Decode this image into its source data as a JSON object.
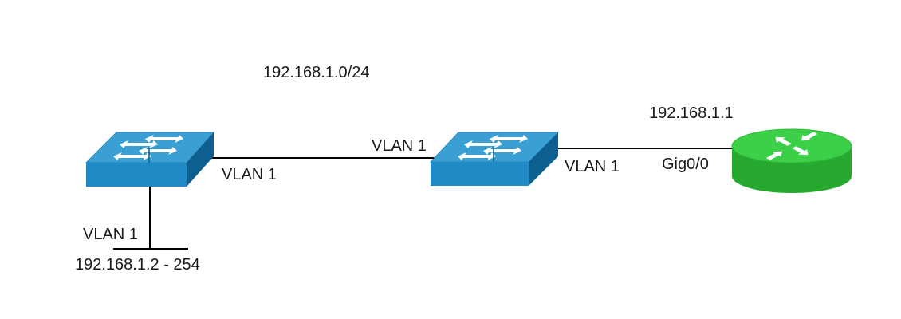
{
  "network": {
    "subnet": "192.168.1.0/24"
  },
  "devices": {
    "switch_left": {
      "type": "switch"
    },
    "switch_center": {
      "type": "switch"
    },
    "router": {
      "type": "router",
      "ip": "192.168.1.1",
      "interface": "Gig0/0"
    }
  },
  "links": {
    "left_to_center": {
      "left_label": "VLAN 1",
      "right_label": "VLAN 1"
    },
    "center_to_router": {
      "label": "VLAN 1"
    },
    "left_access": {
      "label": "VLAN 1",
      "range": "192.168.1.2 - 254"
    }
  },
  "colors": {
    "switch_top": "#3aa0d4",
    "switch_front": "#1f8ac6",
    "switch_side": "#0c5f8e",
    "router_top": "#3cd048",
    "router_side": "#27a82f",
    "link": "#000000"
  },
  "icons": {
    "switch": "switch-arrows-icon",
    "router": "router-arrows-icon"
  }
}
